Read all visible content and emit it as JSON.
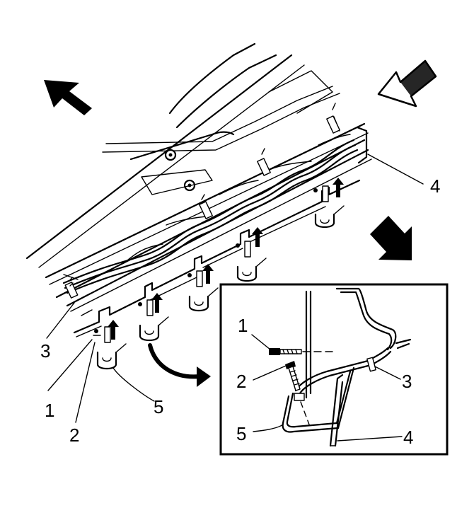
{
  "main_view": {
    "callouts": {
      "c1": "1",
      "c2": "2",
      "c3": "3",
      "c4": "4",
      "c5": "5"
    },
    "arrows": {
      "forward": "arrow-up-left-icon",
      "view_direction": "arrow-hollow-left-icon",
      "detail_direction": "arrow-down-right-icon",
      "detail_link": "curved-arrow-icon",
      "install_direction": "arrow-up-icon"
    }
  },
  "detail_view": {
    "callouts": {
      "c1": "1",
      "c2": "2",
      "c3": "3",
      "c4": "4",
      "c5": "5"
    }
  }
}
